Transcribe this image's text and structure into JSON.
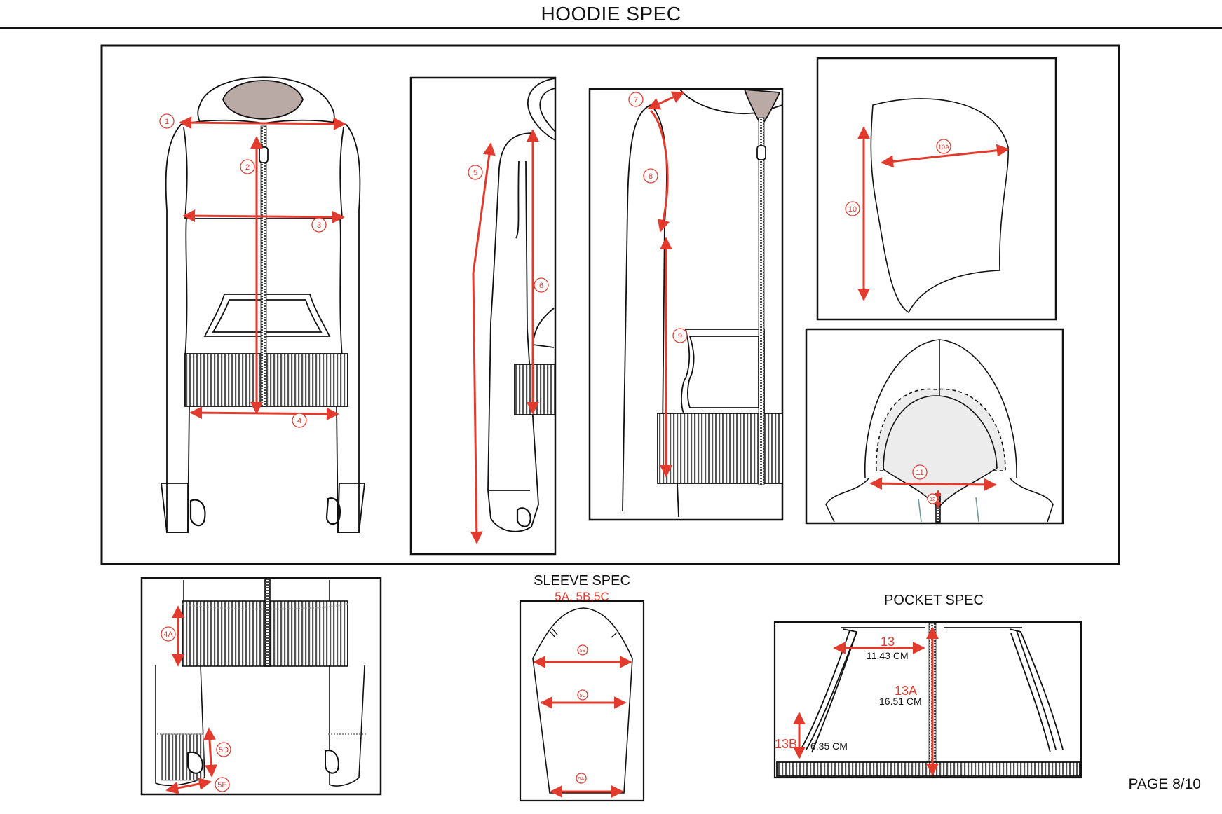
{
  "header": {
    "title": "HOODIE SPEC",
    "page": "PAGE 8/10"
  },
  "callouts": {
    "front": [
      "1",
      "2",
      "3",
      "4"
    ],
    "side": [
      "5",
      "6"
    ],
    "three_quarter": [
      "7",
      "8",
      "9"
    ],
    "hood_side": [
      "10",
      "10A"
    ],
    "hood_front": [
      "11",
      "12"
    ],
    "hem": [
      "4A",
      "5D",
      "5E"
    ],
    "sleeve": [
      "5B",
      "5C",
      "5A"
    ]
  },
  "sleeve_spec": {
    "title": "SLEEVE SPEC",
    "subtitle": "5A, 5B,5C"
  },
  "pocket_spec": {
    "title": "POCKET SPEC",
    "m13": {
      "code": "13",
      "value": "11.43 CM"
    },
    "m13a": {
      "code": "13A",
      "value": "16.51 CM"
    },
    "m13b": {
      "code": "13B",
      "value": "6.35 CM"
    }
  },
  "colors": {
    "accent": "#e23b2e",
    "line": "#111111",
    "rib": "#555555",
    "hood_lining": "#b9aaa6"
  }
}
